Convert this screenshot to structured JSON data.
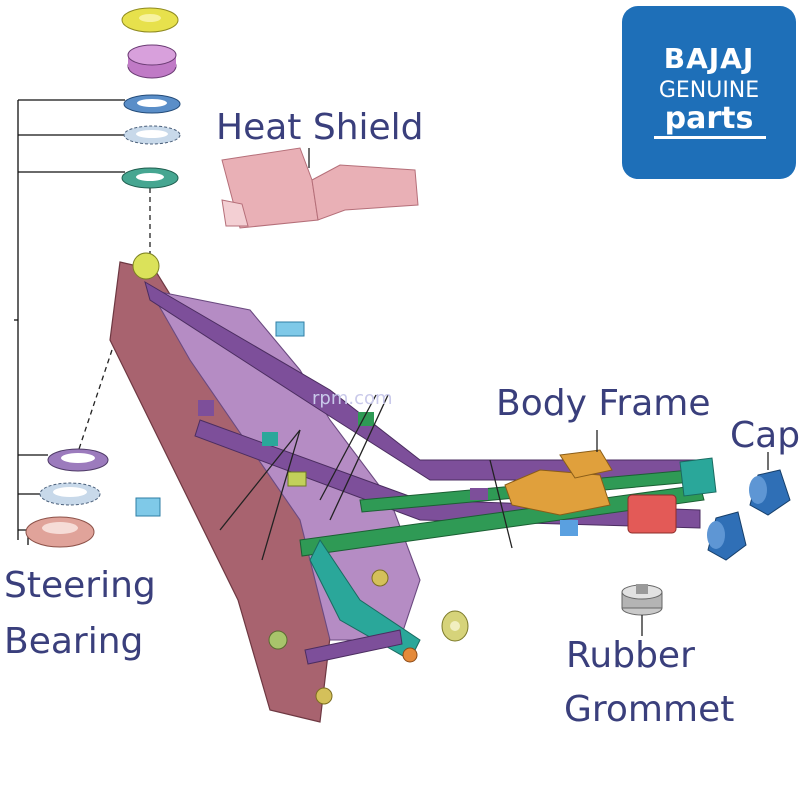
{
  "labels": {
    "heat_shield": "Heat Shield",
    "body_frame": "Body Frame",
    "cap": "Cap",
    "steering_line1": "Steering",
    "steering_line2": "Bearing",
    "rubber_line1": "Rubber",
    "rubber_line2": "Grommet"
  },
  "logo": {
    "brand": "BAJAJ",
    "line2": "GENUINE",
    "line3": "parts"
  },
  "watermark": "rpm.com",
  "colors": {
    "label_text": "#3a3f7c",
    "logo_bg": "#1e6fb8",
    "frame_main": "#a8636f",
    "frame_purple": "#b58cc4",
    "tube_purple": "#7d4f9a",
    "green": "#2f9a55",
    "teal": "#2aa79a",
    "orange": "#e0a03c",
    "cap_blue": "#2f6fb6",
    "heat_shield": "#e9b0b6"
  }
}
